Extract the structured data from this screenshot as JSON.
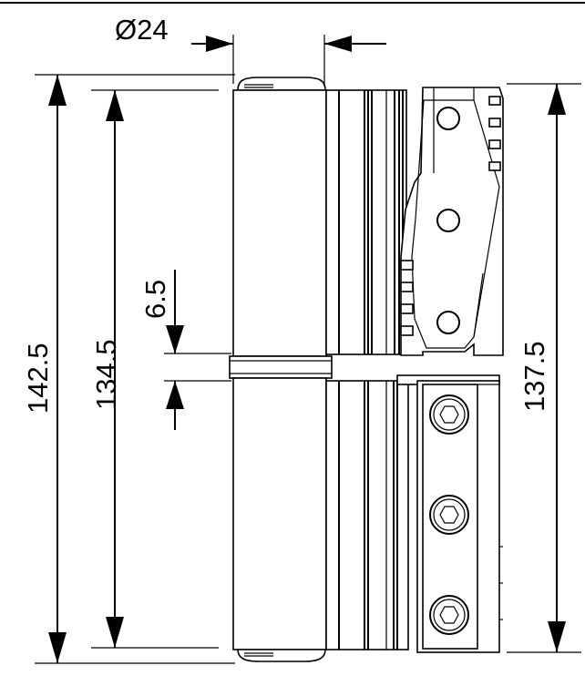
{
  "dimensions": {
    "diameter": "Ø24",
    "knuckle_gap": "6.5",
    "overall_height": "142.5",
    "barrel_height": "134.5",
    "frame_part_height": "137.5"
  }
}
